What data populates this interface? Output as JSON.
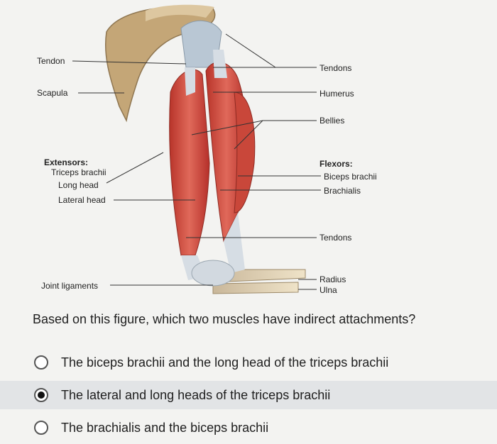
{
  "figure": {
    "labels_left": {
      "tendon": "Tendon",
      "scapula": "Scapula",
      "extensors": "Extensors:",
      "triceps": "Triceps brachii",
      "long_head": "Long head",
      "lateral_head": "Lateral head",
      "joint_ligaments": "Joint ligaments"
    },
    "labels_right": {
      "tendons_top": "Tendons",
      "humerus": "Humerus",
      "bellies": "Bellies",
      "flexors": "Flexors:",
      "biceps": "Biceps brachii",
      "brachialis": "Brachialis",
      "tendons_bottom": "Tendons",
      "radius": "Radius",
      "ulna": "Ulna"
    }
  },
  "question": "Based on this figure, which two muscles have indirect attachments?",
  "options": [
    {
      "label": "The biceps brachii and the long head of the triceps brachii",
      "selected": false
    },
    {
      "label": "The lateral and long heads of the triceps brachii",
      "selected": true
    },
    {
      "label": "The brachialis and the biceps brachii",
      "selected": false
    }
  ]
}
